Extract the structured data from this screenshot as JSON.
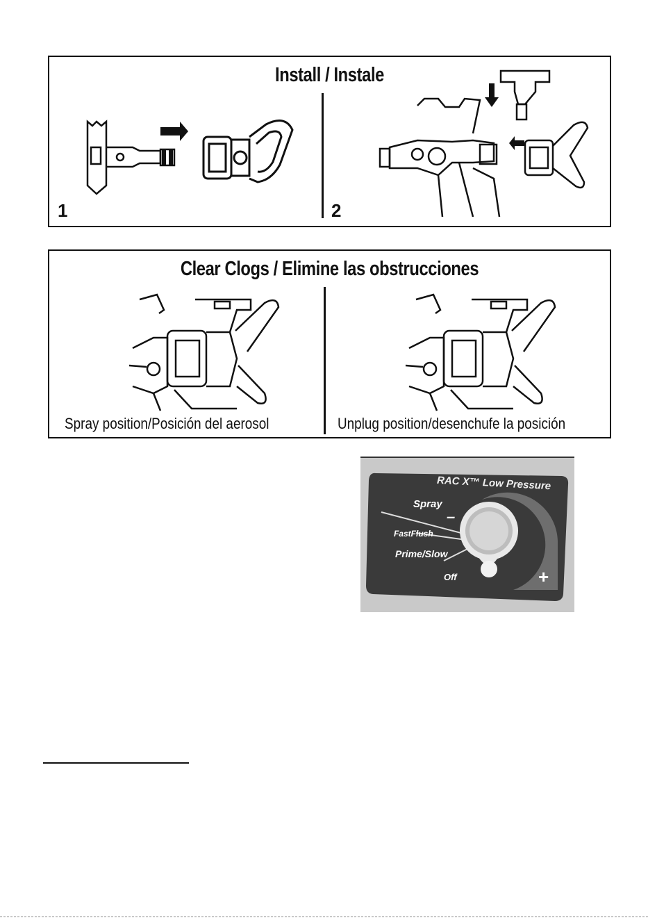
{
  "install_panel": {
    "title": "Install / Instale",
    "step1": "1",
    "step2": "2"
  },
  "clear_panel": {
    "title": "Clear Clogs / Elimine las obstrucciones",
    "caption_left": "Spray position/Posición del aerosol",
    "caption_right": "Unplug position/desenchufe la posición"
  },
  "dial_photo": {
    "brand_label": "RAC X™ Low Pressure",
    "spray_label": "Spray",
    "minus_label": "–",
    "fastflush_label": "FastFlush",
    "prime_label": "Prime/Slow",
    "off_label": "Off",
    "plus_label": "+"
  }
}
